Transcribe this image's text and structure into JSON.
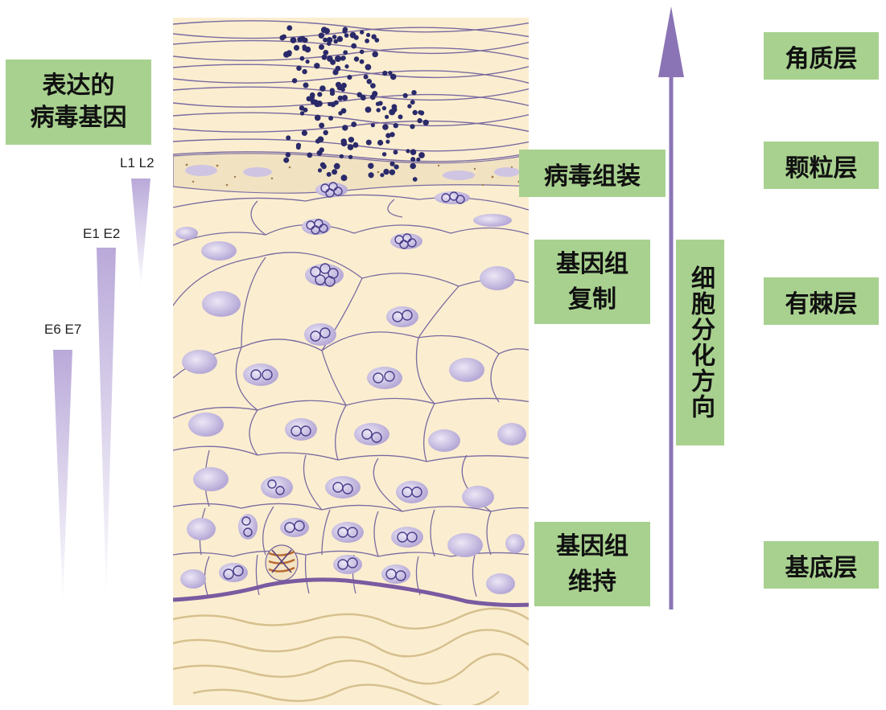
{
  "legend": {
    "expressed_genes": "表达的\n病毒基因"
  },
  "gene_markers": [
    {
      "label": "L1 L2"
    },
    {
      "label": "E1 E2"
    },
    {
      "label": "E6 E7"
    }
  ],
  "stage_labels": {
    "assembly": "病毒组装",
    "replication": "基因组\n复制",
    "maintenance": "基因组\n维持"
  },
  "differentiation_axis": {
    "label": "细胞分化方向"
  },
  "layers": {
    "cornified": "角质层",
    "granular": "颗粒层",
    "spinous": "有棘层",
    "basal": "基底层"
  },
  "colors": {
    "label_box": "#a8d18f",
    "tissue_bg": "#fbeed0",
    "cell_outline": "#7a6aa0",
    "nucleus": "#c8bedf",
    "virion": "#2a2a6a",
    "arrow": "#8a74b5",
    "basement_membrane": "#7a5aa0",
    "dermis_fiber": "#d6c08e"
  }
}
